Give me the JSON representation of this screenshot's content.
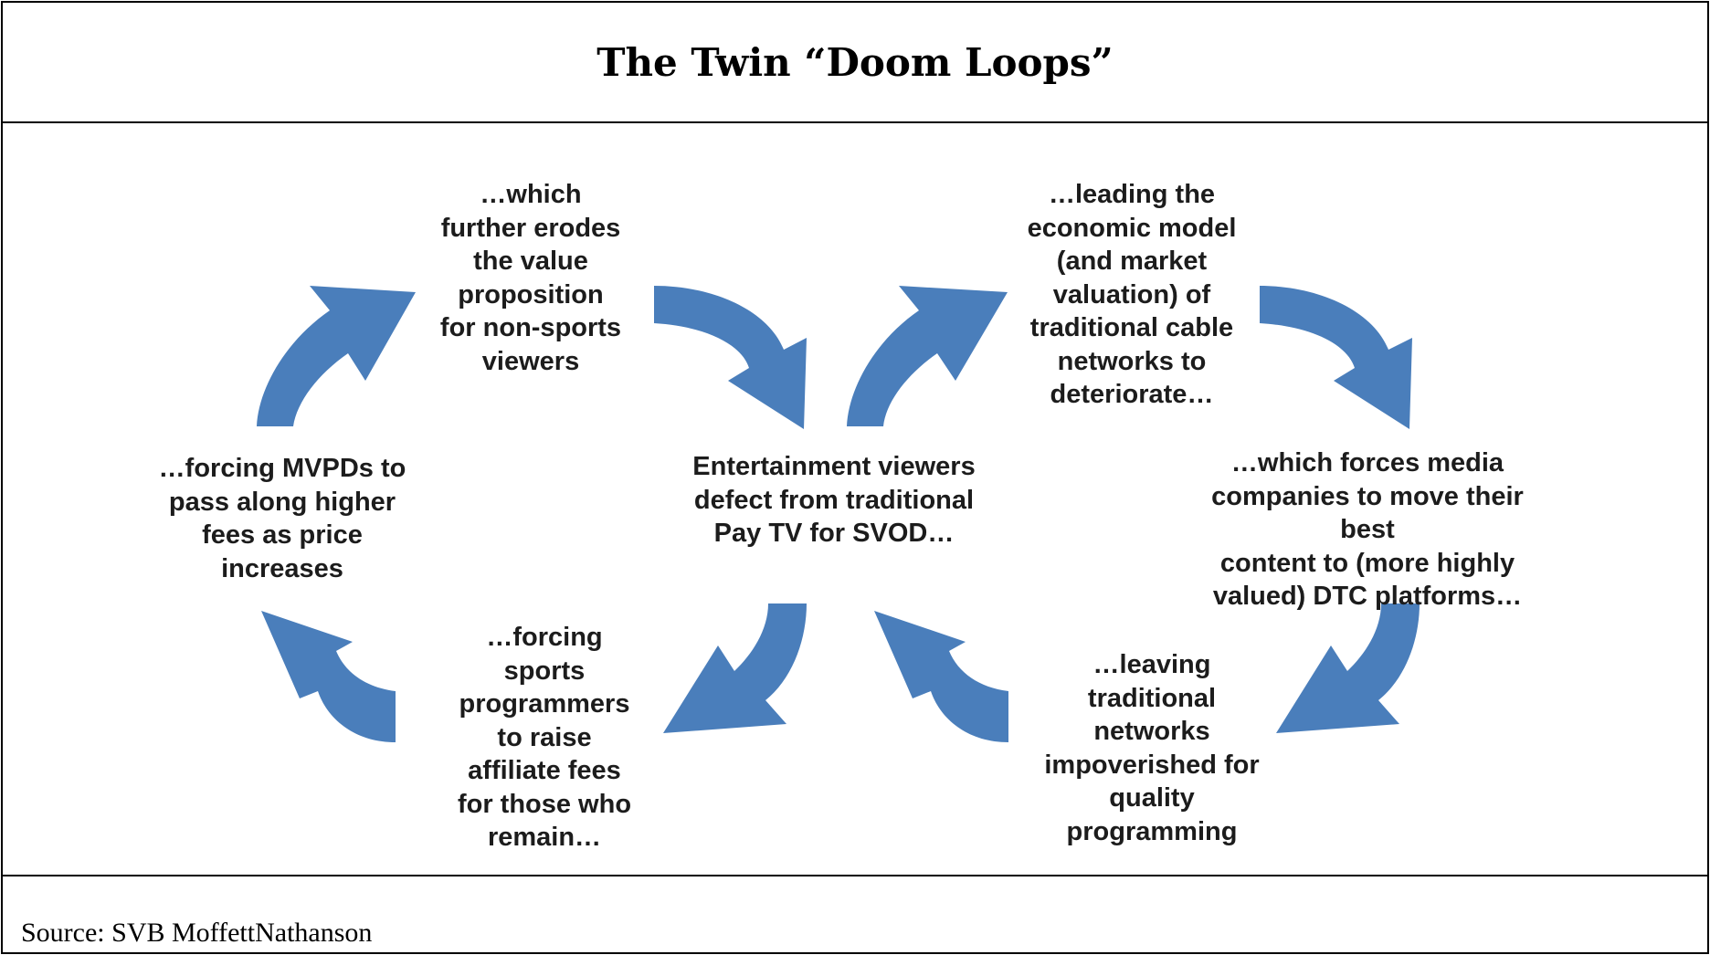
{
  "title": "The Twin “Doom Loops”",
  "arrow_color": "#4a7ebb",
  "nodes": {
    "center": "Entertainment viewers\ndefect from traditional\nPay TV for SVOD…",
    "top_left": "…which\nfurther erodes\nthe value\nproposition\nfor non-sports\nviewers",
    "left": "…forcing MVPDs to\npass along higher\nfees as price\nincreases",
    "bottom_left": "…forcing\nsports\nprogrammers\nto raise\naffiliate fees\nfor those who\nremain…",
    "top_right": "…leading the\neconomic model\n(and market\nvaluation) of\ntraditional cable\nnetworks to\ndeteriorate…",
    "right": "…which forces media\ncompanies to move their best\ncontent to (more highly\nvalued) DTC platforms…",
    "bottom_right": "…leaving\ntraditional\nnetworks\nimpoverished for\nquality\nprogramming"
  },
  "source": "Source: SVB MoffettNathanson"
}
